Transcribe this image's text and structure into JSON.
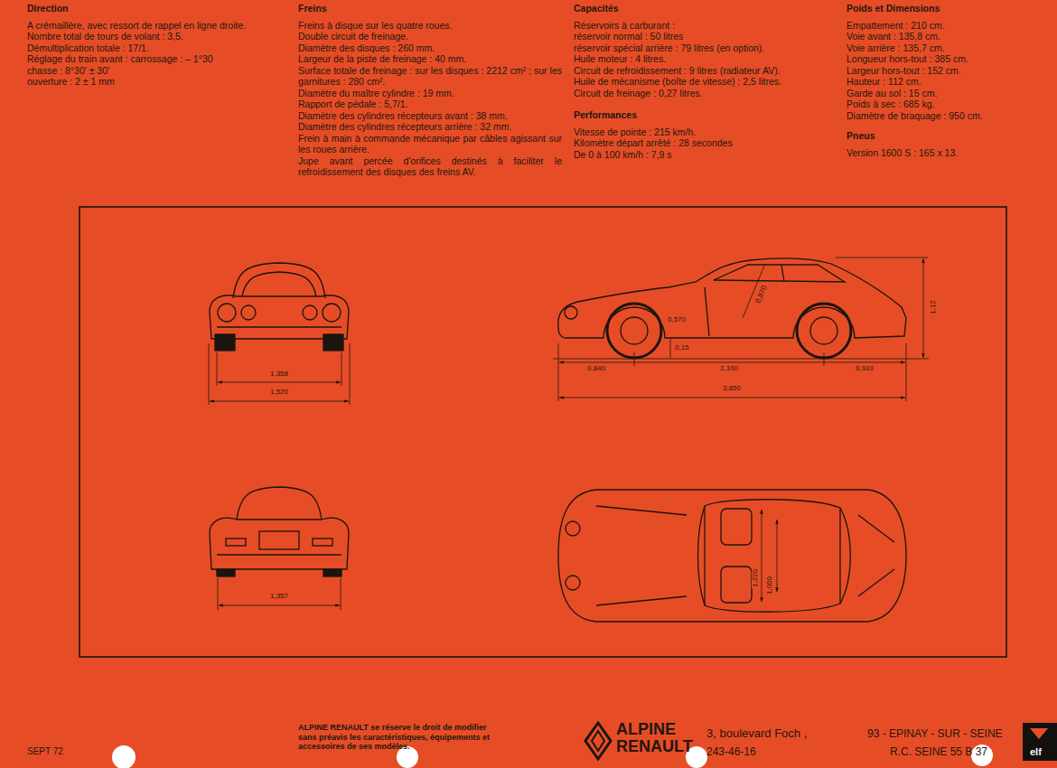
{
  "diagram": {
    "labels": [
      "Direction",
      "A crémaillère, avec ressort de rappel en ligne droite.",
      "Nombre total de tours de volant : 3,5.",
      "Démultiplication totale : 17/1.",
      "Réglage du train avant : carrossage : – 1°30",
      "chasse : 8°30' ± 30'",
      "ouverture : 2 ± 1 mm",
      "Freins",
      "Freins à disque sur les quatre roues.",
      "Double circuit de freinage.",
      "Diamètre des disques : 260 mm.",
      "Largeur de la piste de freinage : 40 mm.",
      "Surface totale de freinage : sur les disques : 2212 cm² ; sur les garnitures : 280 cm².",
      "Diamètre du maître cylindre : 19 mm.",
      "Rapport de pédale : 5,7/1.",
      "Diamètre des cylindres récepteurs avant : 38 mm.",
      "Diamètre des cylindres récepteurs arrière : 32 mm.",
      "Frein à main à commande mécanique par câbles agissant sur les roues arrière.",
      "Jupe avant percée d'orifices destinés à faciliter le refroidissement des disques des freins AV.",
      "Capacités",
      "Réservoirs à carburant :",
      "réservoir normal : 50 litres",
      "réservoir spécial arrière : 79 litres (en option).",
      "Huile moteur : 4 litres.",
      "Circuit de refroidissement : 9 litres (radiateur AV).",
      "Huile de mécanisme (boîte de vitesse) : 2,5 litres.",
      "Circuit de freinage : 0,27 litres.",
      "Performances",
      "Vitesse de pointe : 215 km/h.",
      "Kilomètre départ arrêté : 28 secondes",
      "De 0 à 100 km/h : 7,9 s",
      "Poids et Dimensions",
      "Empattement : 210 cm.",
      "Voie avant : 135,8 cm.",
      "Voie arrière : 135,7 cm.",
      "Longueur hors-tout : 385 cm.",
      "Largeur hors-tout : 152 cm.",
      "Hauteur : 112 cm.",
      "Garde au sol : 15 cm.",
      "Poids à sec : 685 kg.",
      "Diamètre de braquage : 950 cm.",
      "Pneus",
      "Version 1600 S : 165 x 13.",
      "1,358",
      "1,520",
      "1,357",
      "0,870",
      "0,570",
      "1,12",
      "0,15",
      "0,840",
      "2,100",
      "0,910",
      "3,850",
      "1,220",
      "1,050",
      "SEPT 72",
      "ALPINE RENAULT se réserve le droit de modifier sans préavis les caractéristiques, équipements et accessoires de ses modèles.",
      "ALPINE",
      "RENAULT",
      "3, boulevard Foch ,",
      "243-46-16",
      "93 - EPINAY - SUR - SEINE",
      "R.C. SEINE 55 B 37",
      "elf"
    ]
  }
}
